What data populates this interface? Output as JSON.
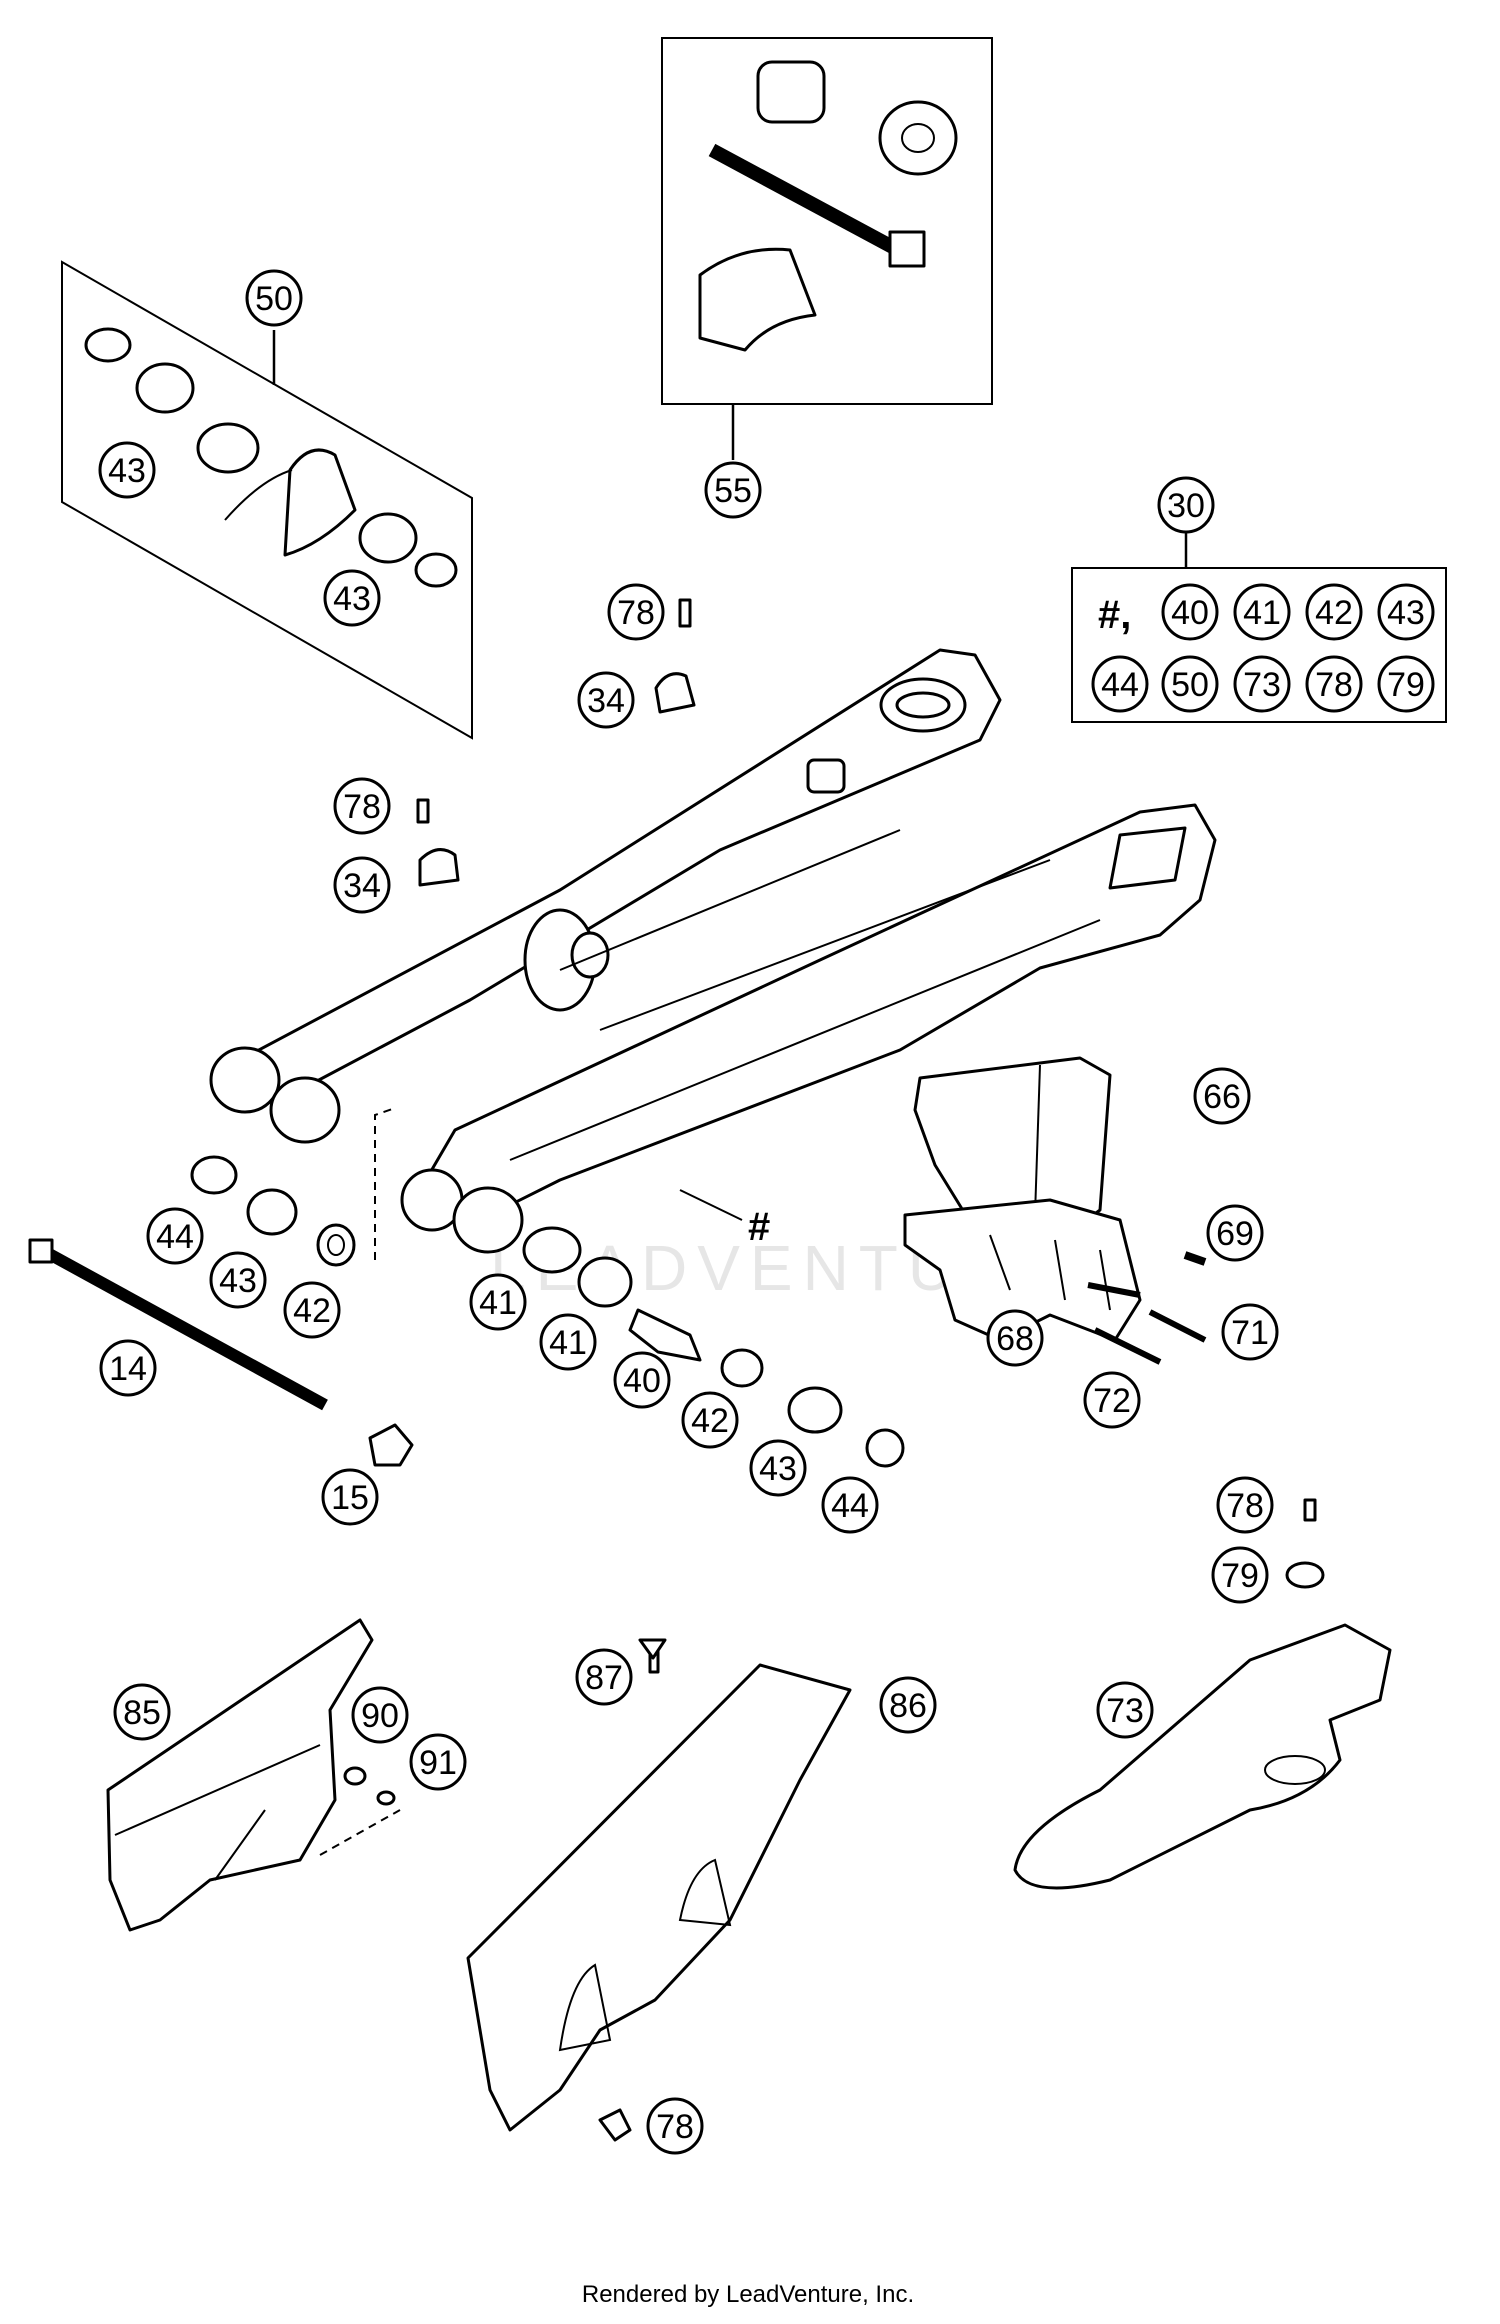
{
  "diagram": {
    "callouts": [
      "50",
      "43",
      "43",
      "55",
      "30",
      "78",
      "34",
      "78",
      "34",
      "66",
      "44",
      "43",
      "42",
      "14",
      "41",
      "41",
      "40",
      "42",
      "43",
      "44",
      "15",
      "68",
      "69",
      "71",
      "72",
      "78",
      "79",
      "73",
      "85",
      "90",
      "91",
      "87",
      "86",
      "78"
    ],
    "kit_box_items": [
      "40",
      "41",
      "42",
      "43",
      "44",
      "50",
      "73",
      "78",
      "79"
    ],
    "kit_box_prefix": "#,",
    "swingarm_mark": "#",
    "watermark": "LEADVENTURE",
    "footer": "Rendered by LeadVenture, Inc."
  }
}
